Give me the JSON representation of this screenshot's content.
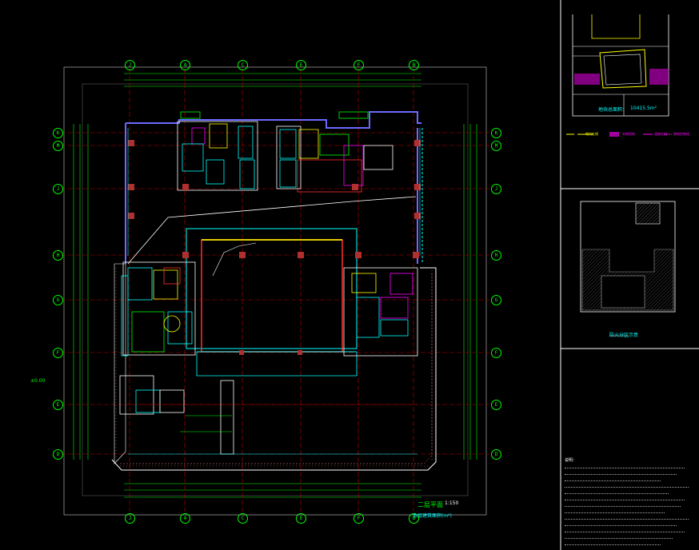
{
  "drawing": {
    "title": "二层平面",
    "scale": "1:150",
    "subtitle": "本层建筑面积(m²)"
  },
  "grid_axes": {
    "columns": [
      "J",
      "A",
      "C",
      "E",
      "F",
      "B"
    ],
    "rows": [
      "K",
      "M",
      "J",
      "H",
      "G",
      "F",
      "E",
      "D"
    ],
    "side_marker": "±0.00"
  },
  "key_plan": {
    "area_label": "地块总面积：",
    "area_value": "10415.5m²",
    "legend": [
      {
        "label": "地块红线",
        "color": "#ffff00"
      },
      {
        "label": "本期用地",
        "color": "#a000a0"
      },
      {
        "label": "道路红线",
        "color": "#ff00ff"
      },
      {
        "label": "建筑控制线",
        "color": "#ff00ff"
      }
    ]
  },
  "fire_zone_plan": {
    "title": "防火分区示意"
  },
  "notes_title": "说明："
}
